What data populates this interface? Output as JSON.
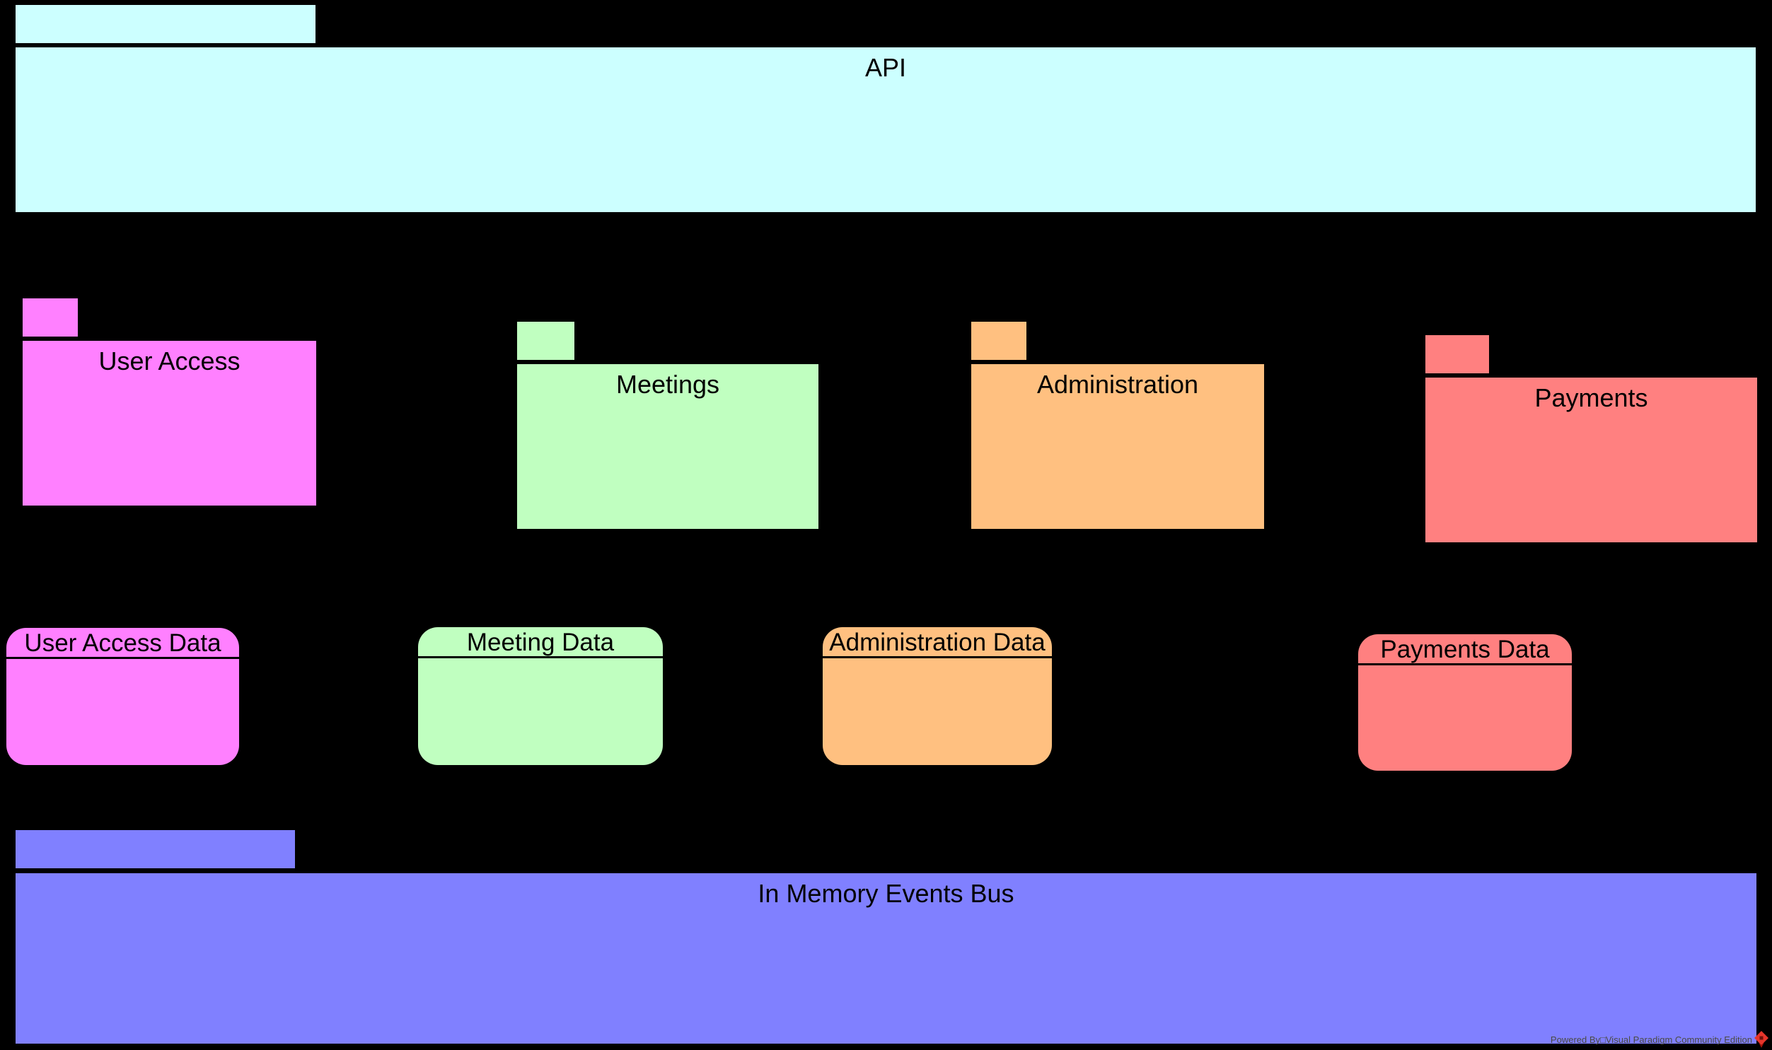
{
  "diagram": {
    "background": "#000000",
    "packages": [
      {
        "id": "api",
        "label": "API",
        "color": "#ccffff"
      },
      {
        "id": "user-access",
        "label": "User Access",
        "color": "#ff80ff"
      },
      {
        "id": "meetings",
        "label": "Meetings",
        "color": "#c0ffc0"
      },
      {
        "id": "administration",
        "label": "Administration",
        "color": "#ffc080"
      },
      {
        "id": "payments",
        "label": "Payments",
        "color": "#ff8080"
      },
      {
        "id": "events-bus",
        "label": "In Memory Events Bus",
        "color": "#8080ff"
      }
    ],
    "data_stores": [
      {
        "id": "user-access-data",
        "label": "User Access Data",
        "color": "#ff80ff"
      },
      {
        "id": "meeting-data",
        "label": "Meeting Data",
        "color": "#c0ffc0"
      },
      {
        "id": "administration-data",
        "label": "Administration Data",
        "color": "#ffc080"
      },
      {
        "id": "payments-data",
        "label": "Payments Data",
        "color": "#ff8080"
      }
    ],
    "watermark": {
      "text": "Powered By□Visual Paradigm Community Edition",
      "logo": "visual-paradigm-logo",
      "logo_color": "#e5352b"
    }
  }
}
